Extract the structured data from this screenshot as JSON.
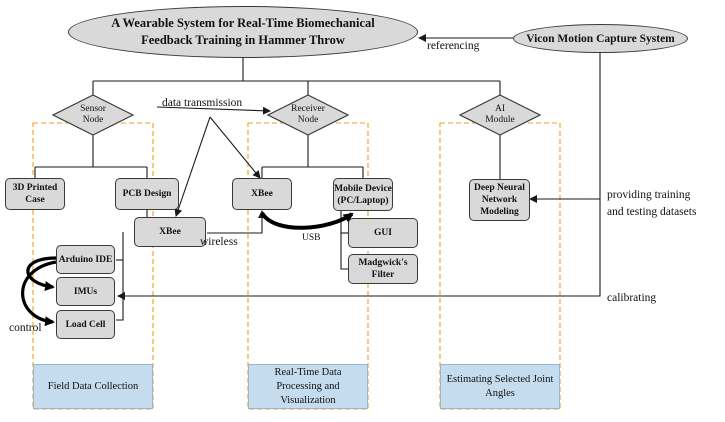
{
  "title": "A Wearable System for Real-Time Biomechanical\nFeedback Training in Hammer Throw",
  "vicon": "Vicon Motion Capture System",
  "modules": {
    "sensor": "Sensor\nNode",
    "receiver": "Receiver\nNode",
    "ai": "AI\nModule"
  },
  "boxes": {
    "printed_case": "3D Printed\nCase",
    "pcb": "PCB Design",
    "xbee_sender": "XBee",
    "xbee_receiver": "XBee",
    "mobile": "Mobile Device\n(PC/Laptop)",
    "gui": "GUI",
    "madgwick": "Madgwick's\nFilter",
    "dnn": "Deep Neural\nNetwork\nModeling",
    "arduino": "Arduino IDE",
    "imus": "IMUs",
    "loadcell": "Load Cell"
  },
  "edge_labels": {
    "referencing": "referencing",
    "data_transmission": "data transmission",
    "wireless": "wireless",
    "usb": "USB",
    "providing": "providing training\nand testing datasets",
    "calibrating": "calibrating",
    "control": "control"
  },
  "captions": {
    "field": "Field Data Collection",
    "realtime": "Real-Time Data\nProcessing and\nVisualization",
    "estimating": "Estimating Selected Joint\nAngles"
  },
  "colors": {
    "node_fill": "#d9d9d9",
    "caption_fill": "#c5dcee",
    "dashed_border": "#f0a020",
    "line": "#1a1a1a"
  }
}
